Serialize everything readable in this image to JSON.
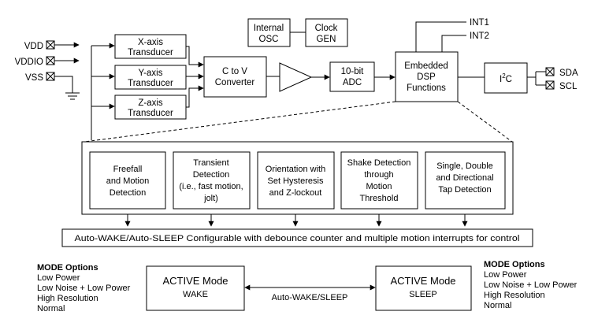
{
  "pins_left": [
    "VDD",
    "VDDIO",
    "VSS"
  ],
  "pins_right": [
    "SDA",
    "SCL"
  ],
  "transducers": [
    [
      "X-axis",
      "Transducer"
    ],
    [
      "Y-axis",
      "Transducer"
    ],
    [
      "Z-axis",
      "Transducer"
    ]
  ],
  "converter": [
    "C to V",
    "Converter"
  ],
  "adc": [
    "10-bit",
    "ADC"
  ],
  "osc": [
    "Internal",
    "OSC"
  ],
  "clock": [
    "Clock",
    "GEN"
  ],
  "dsp": [
    "Embedded",
    "DSP",
    "Functions"
  ],
  "interrupts": [
    "INT1",
    "INT2"
  ],
  "i2c": {
    "base": "I",
    "sup": "2",
    "tail": "C"
  },
  "functions": [
    [
      "Freefall",
      "and Motion",
      "Detection"
    ],
    [
      "Transient",
      "Detection",
      "(i.e., fast motion,",
      "jolt)"
    ],
    [
      "Orientation with",
      "Set Hysteresis",
      "and Z-lockout"
    ],
    [
      "Shake Detection",
      "through",
      "Motion",
      "Threshold"
    ],
    [
      "Single, Double",
      "and Directional",
      "Tap Detection"
    ]
  ],
  "banner": "Auto-WAKE/Auto-SLEEP Configurable with debounce counter and multiple motion interrupts for control",
  "mode_left": {
    "title": "MODE Options",
    "items": [
      "Low Power",
      "Low Noise + Low Power",
      "High Resolution",
      "Normal"
    ]
  },
  "mode_right": {
    "title": "MODE Options",
    "items": [
      "Low Power",
      "Low Noise + Low Power",
      "High Resolution",
      "Normal"
    ]
  },
  "active_wake": [
    "ACTIVE Mode",
    "WAKE"
  ],
  "active_sleep": [
    "ACTIVE Mode",
    "SLEEP"
  ],
  "link_label": "Auto-WAKE/SLEEP"
}
